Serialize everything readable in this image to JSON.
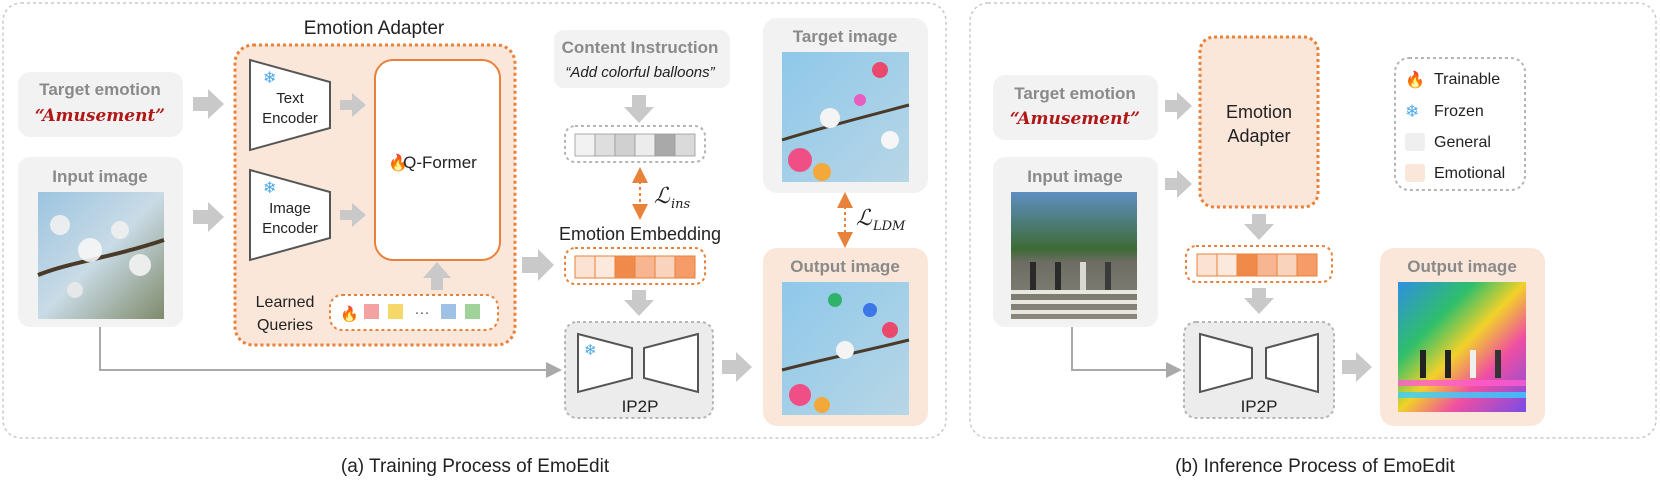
{
  "panel_a": {
    "caption": "(a) Training Process of EmoEdit",
    "emotion_adapter_title": "Emotion Adapter",
    "target_emotion_label": "Target emotion",
    "target_emotion_value": "“Amusement”",
    "input_image_label": "Input image",
    "text_encoder_line1": "Text",
    "text_encoder_line2": "Encoder",
    "image_encoder_line1": "Image",
    "image_encoder_line2": "Encoder",
    "qformer_label": "Q-Former",
    "learned_queries_line1": "Learned",
    "learned_queries_line2": "Queries",
    "queries_ellipsis": "···",
    "content_instruction_label": "Content Instruction",
    "content_instruction_value": "“Add colorful balloons”",
    "loss_ins_symbol": "ℒ",
    "loss_ins_sub": "ins",
    "emotion_embedding_label": "Emotion Embedding",
    "ip2p_label": "IP2P",
    "target_image_label": "Target image",
    "output_image_label": "Output image",
    "loss_ldm_symbol": "ℒ",
    "loss_ldm_sub": "LDM"
  },
  "panel_b": {
    "caption": "(b) Inference Process of EmoEdit",
    "target_emotion_label": "Target emotion",
    "target_emotion_value": "“Amusement”",
    "input_image_label": "Input image",
    "emotion_adapter_line1": "Emotion",
    "emotion_adapter_line2": "Adapter",
    "ip2p_label": "IP2P",
    "output_image_label": "Output image"
  },
  "legend": {
    "items": [
      {
        "label": "Trainable",
        "icon": "flame-icon"
      },
      {
        "label": "Frozen",
        "icon": "snowflake-icon"
      },
      {
        "label": "General",
        "icon": "gray-swatch"
      },
      {
        "label": "Emotional",
        "icon": "peach-swatch"
      }
    ]
  },
  "colors": {
    "orange": "#e8823a",
    "emotional_fill": "#fbe6da",
    "general_fill": "#efefef",
    "arrow_gray": "#c9c9c9",
    "emotion_text": "#b01818"
  }
}
